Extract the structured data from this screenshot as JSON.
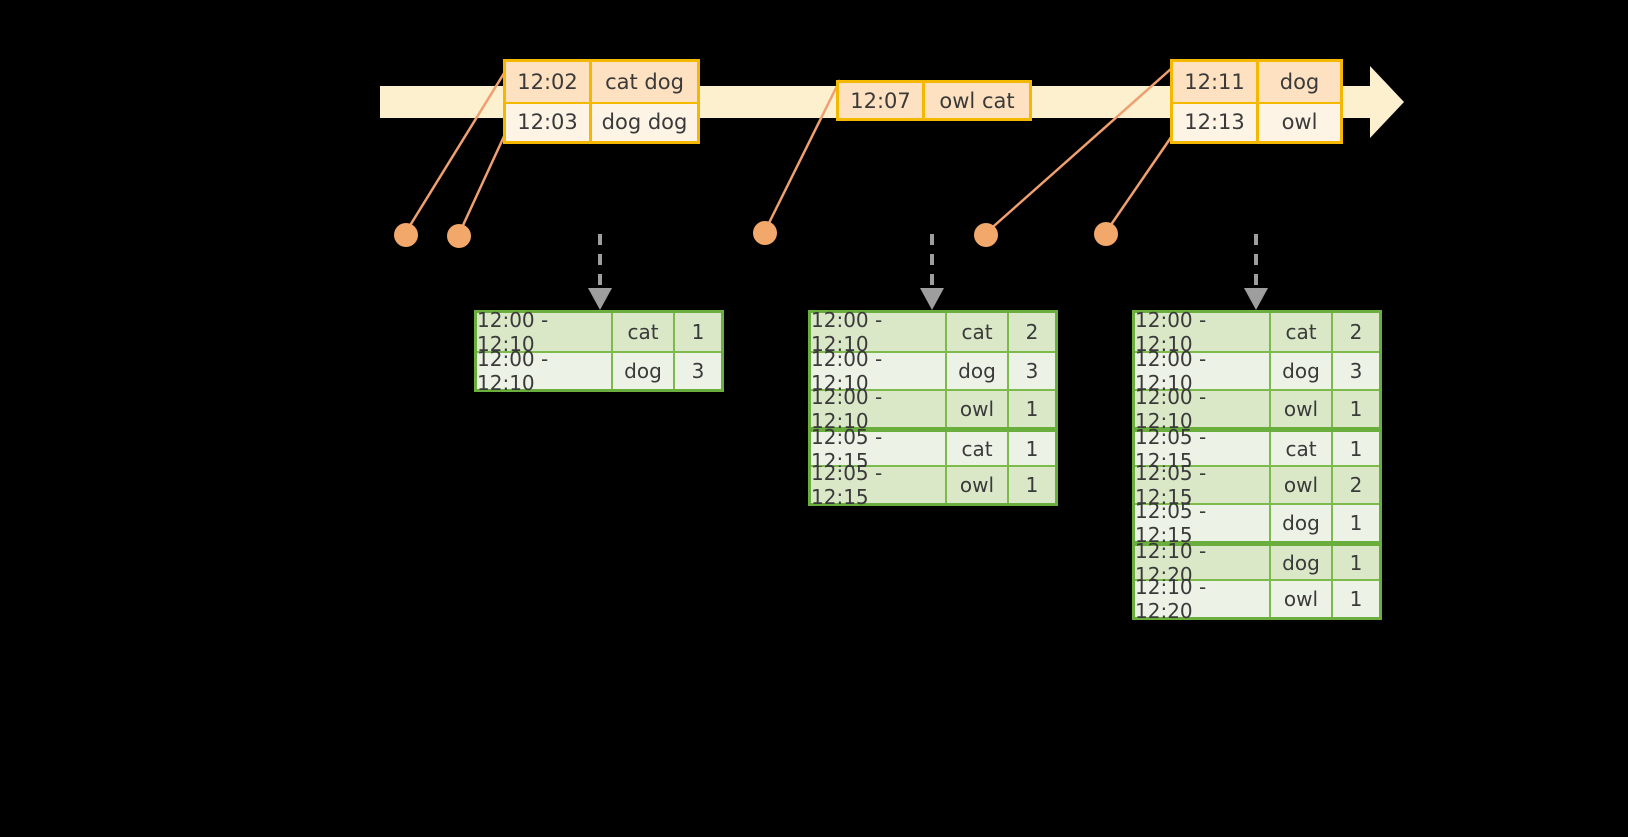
{
  "diagram": {
    "title": "Windowed word-count stream diagram",
    "colors": {
      "background": "#000000",
      "timeline": "#fdf0ce",
      "event_border": "#f5b800",
      "event_fill_shaded": "#fde1c0",
      "event_fill_plain": "#fdf4e6",
      "dot": "#f2a86a",
      "connector": "#f0a070",
      "arrow": "#9e9e9e",
      "table_border": "#6aaf3e",
      "table_fill_shaded": "#dbe8c8",
      "table_fill_plain": "#edf2e6"
    }
  },
  "timeline": {
    "name": "event-stream-timeline",
    "direction": "left-to-right"
  },
  "events": [
    {
      "id": "event-group-1",
      "rows": [
        {
          "time": "12:02",
          "payload": "cat dog"
        },
        {
          "time": "12:03",
          "payload": "dog dog"
        }
      ]
    },
    {
      "id": "event-group-2",
      "rows": [
        {
          "time": "12:07",
          "payload": "owl cat"
        }
      ]
    },
    {
      "id": "event-group-3",
      "rows": [
        {
          "time": "12:11",
          "payload": "dog"
        },
        {
          "time": "12:13",
          "payload": "owl"
        }
      ]
    }
  ],
  "dots": [
    {
      "name": "event-dot-1"
    },
    {
      "name": "event-dot-2"
    },
    {
      "name": "event-dot-3"
    },
    {
      "name": "event-dot-4"
    },
    {
      "name": "event-dot-5"
    },
    {
      "name": "event-dot-6"
    }
  ],
  "tables": [
    {
      "id": "result-table-1",
      "rows": [
        {
          "window": "12:00 - 12:10",
          "key": "cat",
          "count": "1",
          "group": 0
        },
        {
          "window": "12:00 - 12:10",
          "key": "dog",
          "count": "3",
          "group": 0
        }
      ]
    },
    {
      "id": "result-table-2",
      "rows": [
        {
          "window": "12:00 - 12:10",
          "key": "cat",
          "count": "2",
          "group": 0
        },
        {
          "window": "12:00 - 12:10",
          "key": "dog",
          "count": "3",
          "group": 0
        },
        {
          "window": "12:00 - 12:10",
          "key": "owl",
          "count": "1",
          "group": 0
        },
        {
          "window": "12:05 - 12:15",
          "key": "cat",
          "count": "1",
          "group": 1
        },
        {
          "window": "12:05 - 12:15",
          "key": "owl",
          "count": "1",
          "group": 1
        }
      ]
    },
    {
      "id": "result-table-3",
      "rows": [
        {
          "window": "12:00 - 12:10",
          "key": "cat",
          "count": "2",
          "group": 0
        },
        {
          "window": "12:00 - 12:10",
          "key": "dog",
          "count": "3",
          "group": 0
        },
        {
          "window": "12:00 - 12:10",
          "key": "owl",
          "count": "1",
          "group": 0
        },
        {
          "window": "12:05 - 12:15",
          "key": "cat",
          "count": "1",
          "group": 1
        },
        {
          "window": "12:05 - 12:15",
          "key": "owl",
          "count": "2",
          "group": 1
        },
        {
          "window": "12:05 - 12:15",
          "key": "dog",
          "count": "1",
          "group": 1
        },
        {
          "window": "12:10 - 12:20",
          "key": "dog",
          "count": "1",
          "group": 2
        },
        {
          "window": "12:10 - 12:20",
          "key": "owl",
          "count": "1",
          "group": 2
        }
      ]
    }
  ]
}
